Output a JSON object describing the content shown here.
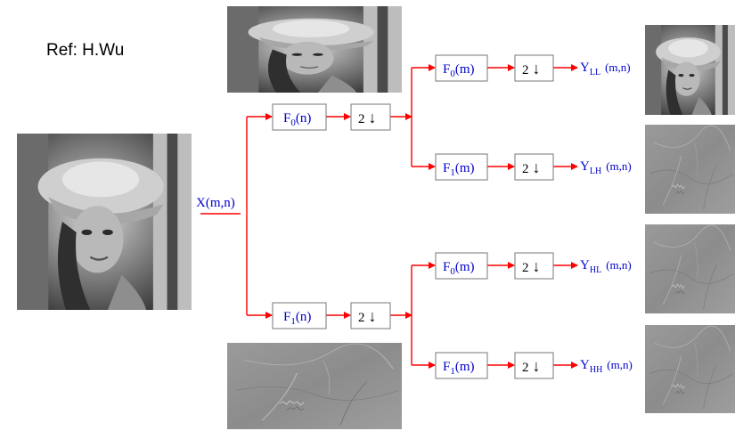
{
  "reference": "Ref: H.Wu",
  "input_label": "X(m,n)",
  "filters": {
    "f0_n": {
      "base": "F",
      "sub": "0",
      "arg": "(n)"
    },
    "f1_n": {
      "base": "F",
      "sub": "1",
      "arg": "(n)"
    },
    "f0_m": {
      "base": "F",
      "sub": "0",
      "arg": "(m)"
    },
    "f1_m": {
      "base": "F",
      "sub": "1",
      "arg": "(m)"
    }
  },
  "downsample": {
    "text": "2",
    "symbol": "↓"
  },
  "outputs": [
    {
      "base": "Y",
      "sub": "LL",
      "arg": "(m,n)"
    },
    {
      "base": "Y",
      "sub": "LH",
      "arg": "(m,n)"
    },
    {
      "base": "Y",
      "sub": "HL",
      "arg": "(m,n)"
    },
    {
      "base": "Y",
      "sub": "HH",
      "arg": "(m,n)"
    }
  ],
  "images": [
    {
      "name": "original-photo",
      "kind": "photo"
    },
    {
      "name": "lowpass-rows-image",
      "kind": "photo"
    },
    {
      "name": "highpass-rows-image",
      "kind": "detail"
    },
    {
      "name": "ll-subband-image",
      "kind": "photo"
    },
    {
      "name": "lh-subband-image",
      "kind": "detail"
    },
    {
      "name": "hl-subband-image",
      "kind": "detail"
    },
    {
      "name": "hh-subband-image",
      "kind": "detail"
    }
  ],
  "colors": {
    "arrow": "#ff0000",
    "label": "#0000cc",
    "box_border": "#777777"
  }
}
